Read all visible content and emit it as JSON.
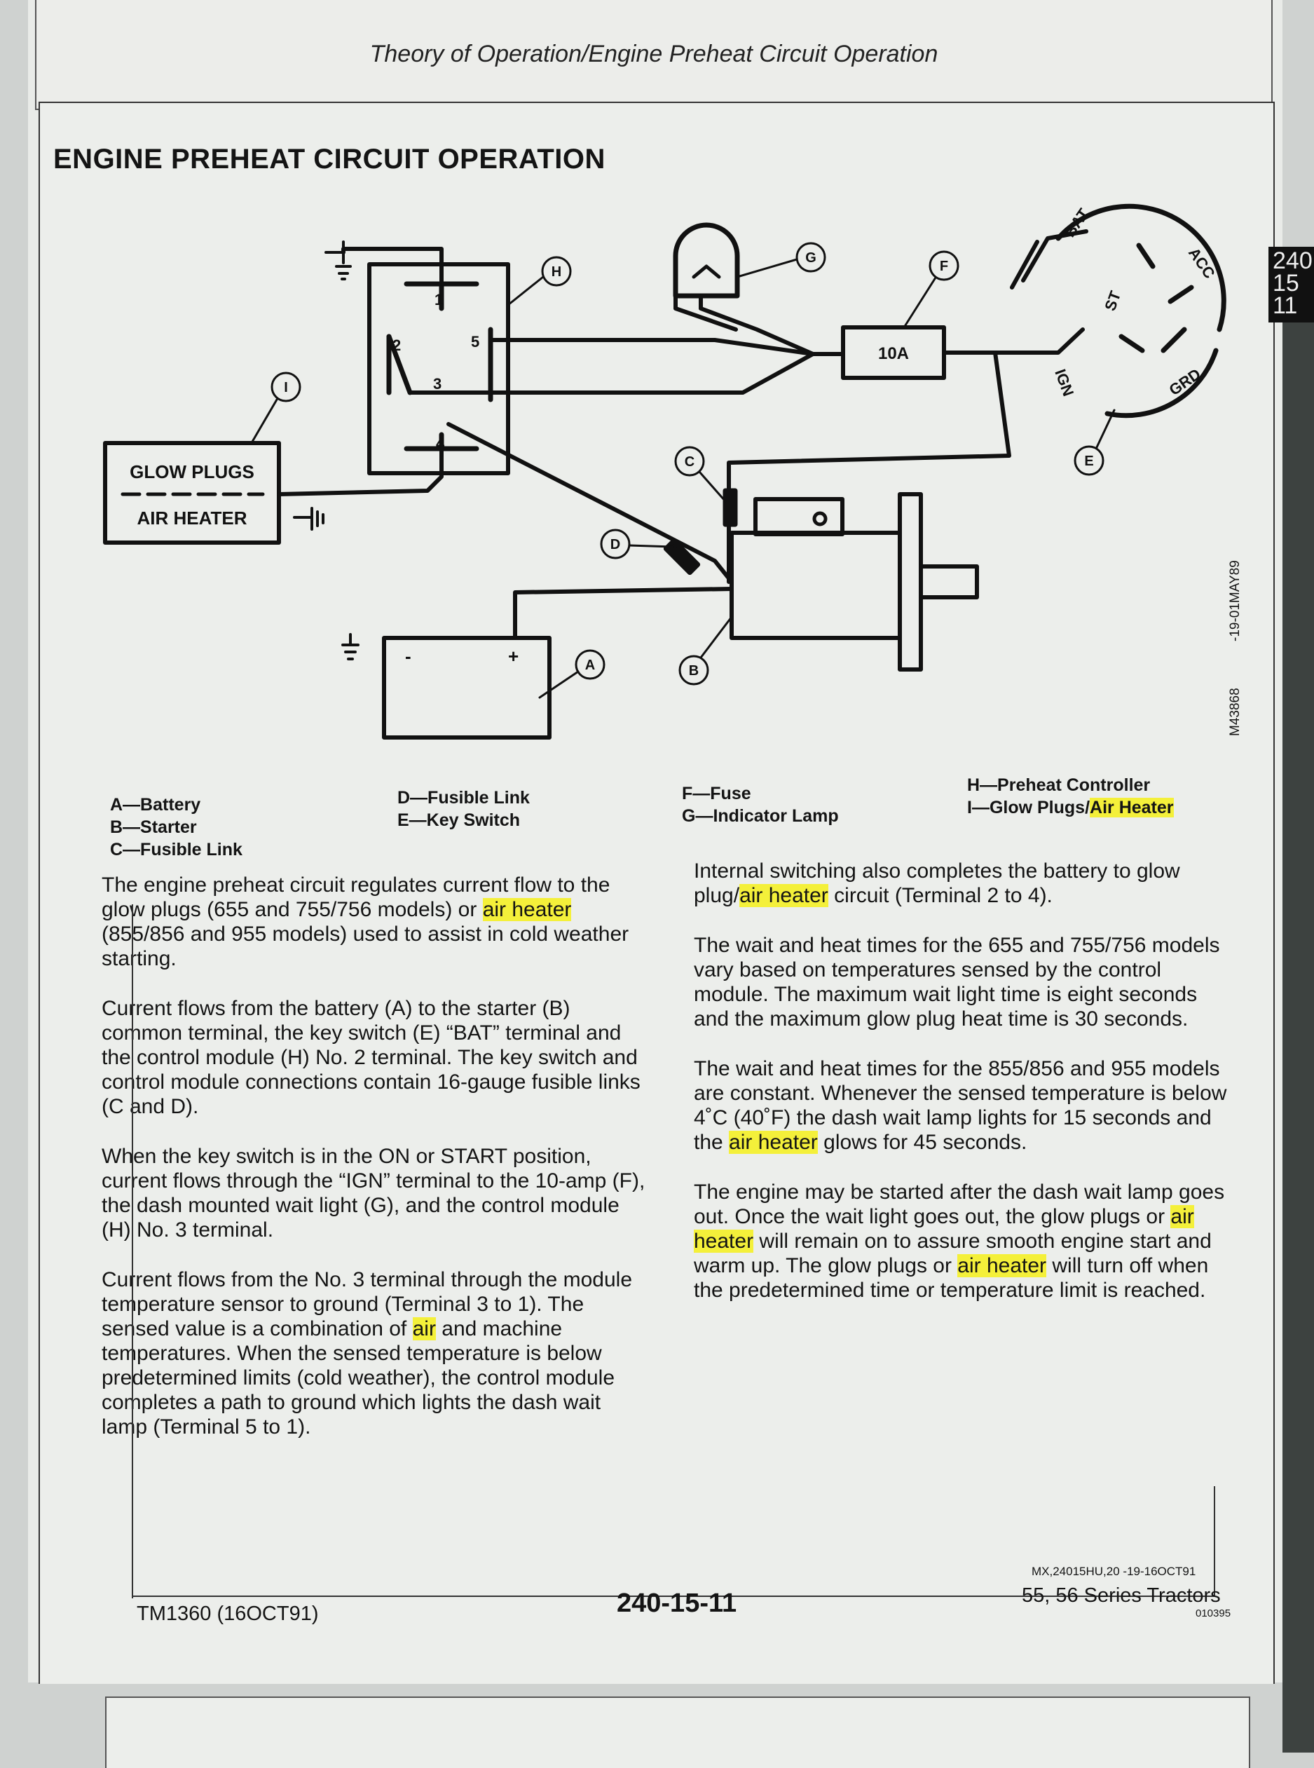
{
  "header": {
    "title": "Theory of Operation/Engine Preheat Circuit Operation"
  },
  "section_title": "ENGINE PREHEAT CIRCUIT OPERATION",
  "section_tab": {
    "line1": "240",
    "line2": "15",
    "line3": "11"
  },
  "diagram": {
    "glow_plugs": "GLOW PLUGS",
    "air_heater": "AIR HEATER",
    "fuse_rating": "10A",
    "key_positions": {
      "bat": "BAT",
      "acc": "ACC",
      "st": "ST",
      "ign": "IGN",
      "grd": "GRD"
    },
    "terminals": {
      "t1": "1",
      "t2": "2",
      "t3": "3",
      "t4": "4",
      "t5": "5"
    },
    "battery_neg": "-",
    "battery_pos": "+",
    "callouts": {
      "a": "A",
      "b": "B",
      "c": "C",
      "d": "D",
      "e": "E",
      "f": "F",
      "g": "G",
      "h": "H",
      "i": "I"
    },
    "figure_id": "M43868",
    "figure_date": "-19-01MAY89"
  },
  "legend": [
    [
      "A—Battery",
      "B—Starter",
      "C—Fusible Link"
    ],
    [
      "D—Fusible Link",
      "E—Key Switch"
    ],
    [
      "F—Fuse",
      "G—Indicator Lamp"
    ],
    [
      "H—Preheat Controller",
      "I—Glow Plugs/",
      "Air Heater"
    ]
  ],
  "body": {
    "left": [
      [
        "The engine preheat circuit regulates current flow to the glow plugs (655 and 755/756 models) or ",
        "air heater",
        " (855/856 and 955 models) used to assist in cold weather starting."
      ],
      [
        "Current flows from the battery (A) to the starter (B) common terminal, the key switch (E) “BAT” terminal and the control module (H) No. 2 terminal. The key switch and control module connections contain 16-gauge fusible links (C and D)."
      ],
      [
        "When the key switch is in the ON or START position, current flows through the “IGN” terminal to the 10-amp (F), the dash mounted wait light (G), and the control module (H) No. 3 terminal."
      ],
      [
        "Current flows from the No. 3 terminal through the module temperature sensor to ground (Terminal 3 to 1). The sensed value is a combination of ",
        "air",
        " and machine temperatures. When the sensed temperature is below predetermined limits (cold weather), the control module completes a path to ground which lights the dash wait lamp (Terminal 5 to 1)."
      ]
    ],
    "right": [
      [
        "Internal switching also completes the battery to glow plug/",
        "air heater",
        " circuit (Terminal 2 to 4)."
      ],
      [
        "The wait and heat times for the 655 and 755/756 models vary based on temperatures sensed by the control module. The maximum wait light time is eight seconds and the maximum glow plug heat time is 30 seconds."
      ],
      [
        "The wait and heat times for the 855/856 and 955 models are constant. Whenever the sensed temperature is below 4˚C (40˚F) the dash wait lamp lights for 15 seconds and the ",
        "air heater",
        " glows for 45 seconds."
      ],
      [
        "The engine may be started after the dash wait lamp goes out. Once the wait light goes out, the glow plugs or ",
        "air heater",
        " will remain on to assure smooth engine start and warm up. The glow plugs or ",
        "air heater",
        " will turn off when the predetermined time or temperature limit is reached."
      ]
    ]
  },
  "footer": {
    "doc_ref": "MX,24015HU,20   -19-16OCT91",
    "manual": "TM1360 (16OCT91)",
    "page": "240-15-11",
    "series": "55, 56 Series Tractors",
    "code": "010395"
  },
  "colors": {
    "highlight": "#f4f03a",
    "ink": "#141414",
    "paper": "#eceeeb"
  }
}
